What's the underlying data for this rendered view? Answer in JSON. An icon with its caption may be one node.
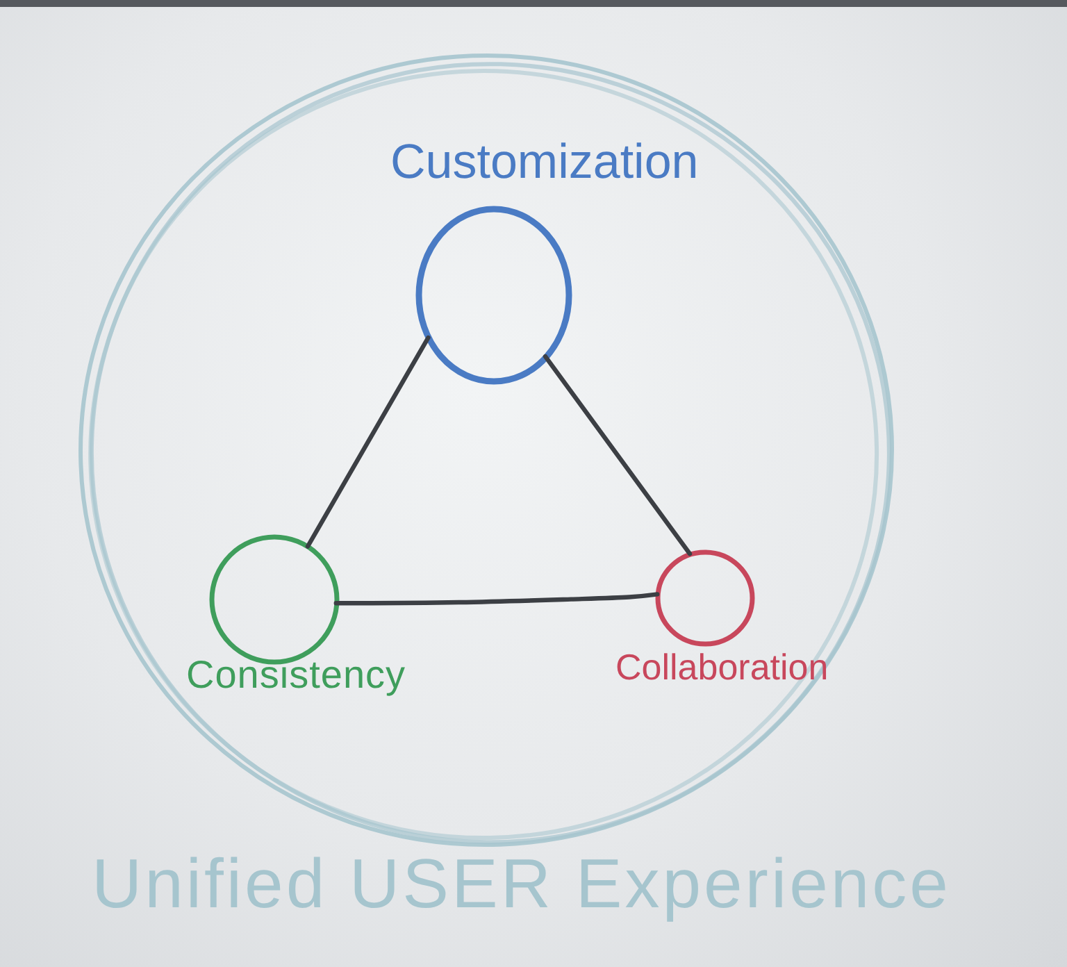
{
  "diagram": {
    "nodes": [
      {
        "text": [
          "Unified USER Experience"
        ]
      },
      {
        "text": [
          "Customization"
        ],
        "in": 0
      },
      {
        "text": [
          "Consistency"
        ],
        "in": 0
      },
      {
        "text": [
          "Collaboration"
        ],
        "in": 0
      }
    ],
    "edges": [
      {
        "from": 1,
        "to": 2,
        "arrow": "none"
      },
      {
        "from": 1,
        "to": 3,
        "arrow": "none"
      },
      {
        "from": 2,
        "to": 3,
        "arrow": "none"
      }
    ]
  }
}
